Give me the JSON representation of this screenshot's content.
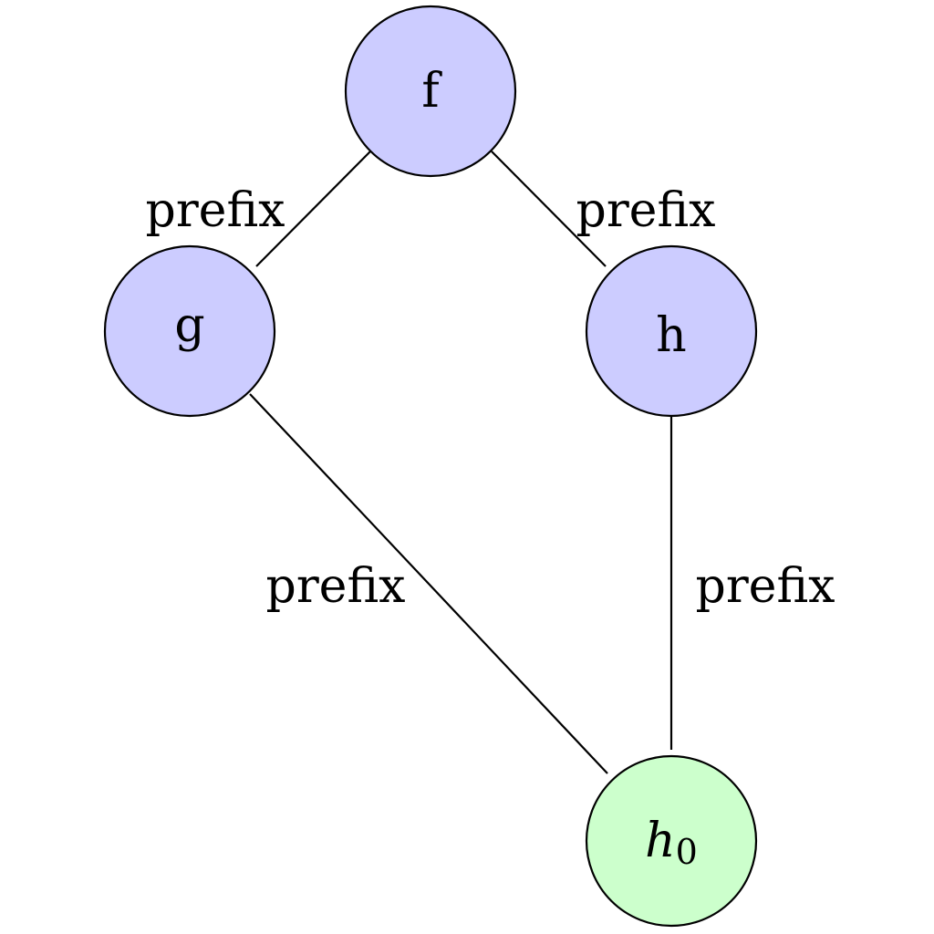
{
  "colors": {
    "blue_node_fill": "#ccccff",
    "green_node_fill": "#ccffcc",
    "stroke": "#000000",
    "background": "#ffffff"
  },
  "nodes": [
    {
      "id": "f",
      "label": "f",
      "fill": "blue_node_fill"
    },
    {
      "id": "g",
      "label": "g",
      "fill": "blue_node_fill"
    },
    {
      "id": "h",
      "label": "h",
      "fill": "blue_node_fill"
    },
    {
      "id": "h0",
      "label_base": "h",
      "label_subscript": "0",
      "fill": "green_node_fill"
    }
  ],
  "edges": [
    {
      "from": "f",
      "to": "g",
      "label": "prefix"
    },
    {
      "from": "f",
      "to": "h",
      "label": "prefix"
    },
    {
      "from": "g",
      "to": "h0",
      "label": "prefix"
    },
    {
      "from": "h",
      "to": "h0",
      "label": "prefix"
    }
  ]
}
